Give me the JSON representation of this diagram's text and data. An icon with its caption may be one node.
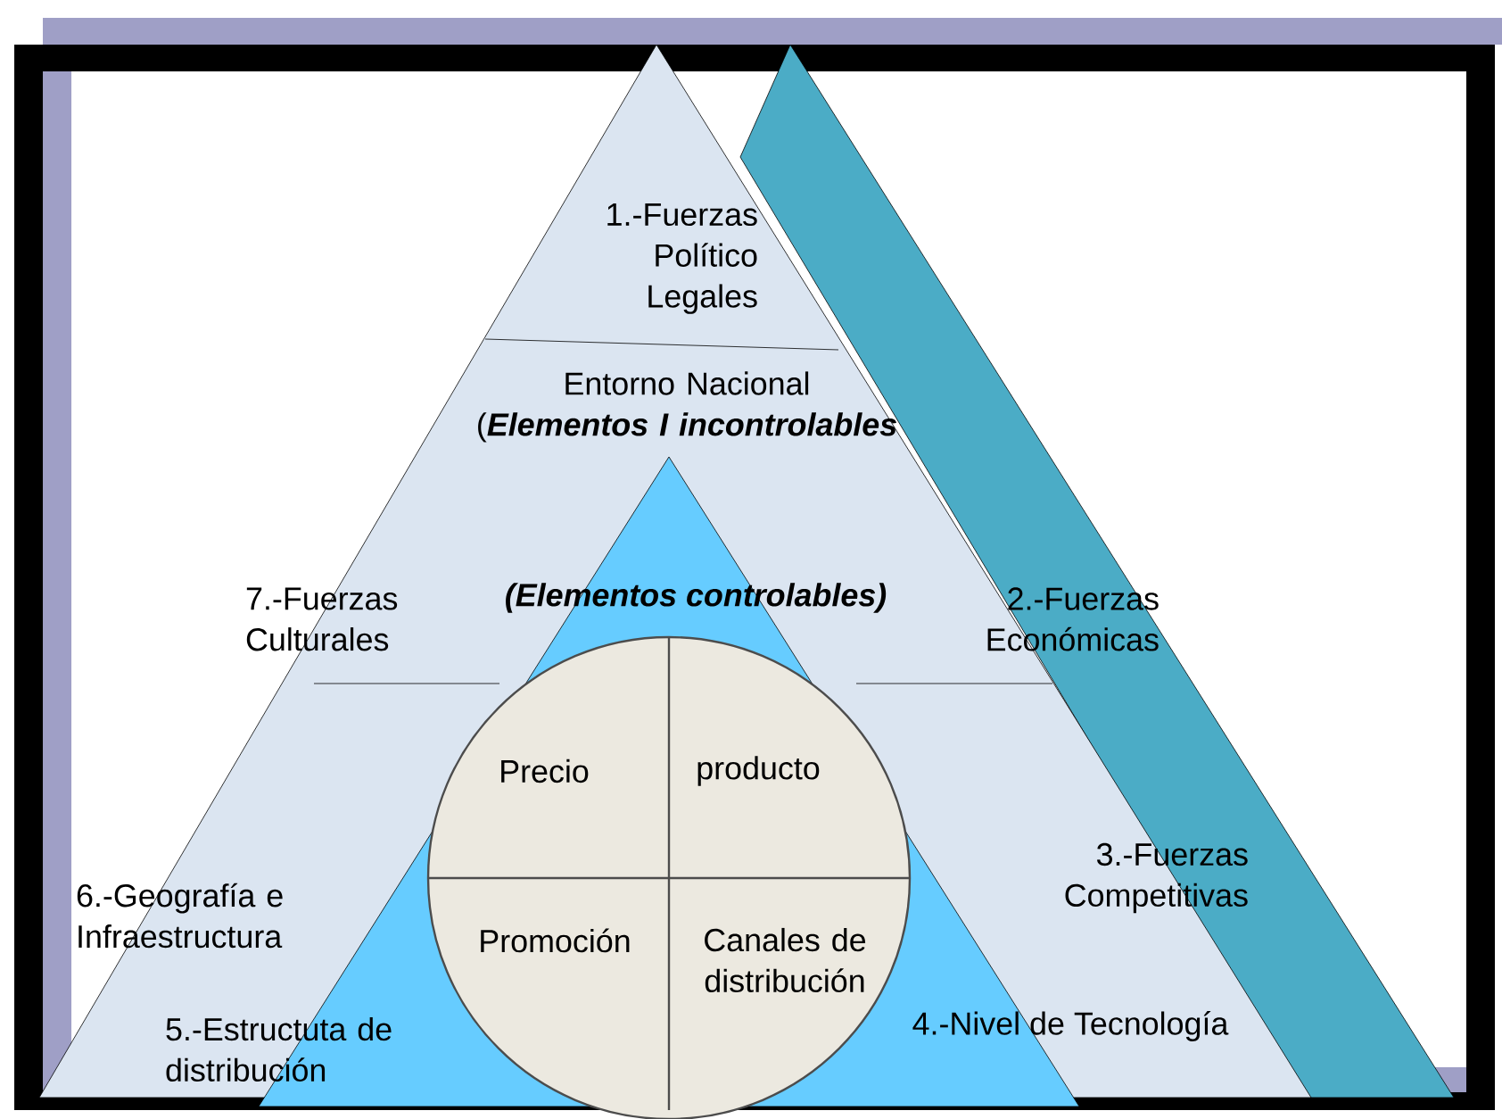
{
  "diagram": {
    "nodes": [
      {
        "text": [
          "Entorno Nacional (**Elementos I incontrolables**"
        ]
      },
      {
        "text": [
          "(Elementos controlables)"
        ],
        "in": 0
      },
      {
        "text": [],
        "shape": "circle",
        "in": 1
      },
      {
        "text": [
          "Precio"
        ],
        "in": 2
      },
      {
        "text": [
          "producto"
        ],
        "in": 2
      },
      {
        "text": [
          "Promoción"
        ],
        "in": 2
      },
      {
        "text": [
          "Canales de distribución"
        ],
        "in": 2
      }
    ],
    "labels": [
      "1.-Fuerzas Político Legales",
      "7.-Fuerzas Culturales",
      "2.-Fuerzas Económicas",
      "3.-Fuerzas Competitivas",
      "6.-Geografía e Infraestructura",
      "5.-Estructuta de distribución",
      "4.-Nivel de Tecnología"
    ]
  }
}
